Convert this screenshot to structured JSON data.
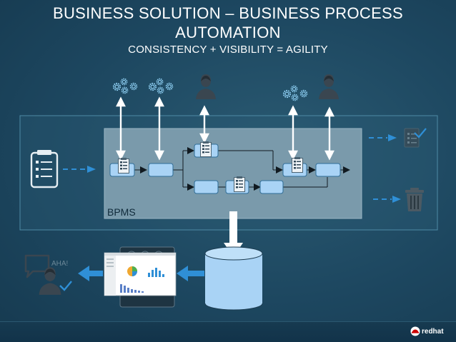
{
  "title_line1": "BUSINESS SOLUTION –  BUSINESS PROCESS",
  "title_line2": "AUTOMATION",
  "subtitle": "CONSISTENCY + VISIBILITY = AGILITY",
  "bpms_label": "BPMS",
  "aha_label": "AHA!",
  "brand": "redhat",
  "colors": {
    "accent_blue": "#2f8fd6",
    "task_blue": "#a9d3f5",
    "bpms_panel": "#7a9aab",
    "brand_red": "#cc0000"
  },
  "icons": [
    "gears-icon",
    "user-icon",
    "clipboard-icon",
    "trash-icon",
    "database-icon",
    "dashboard-icon",
    "checklist-done-icon"
  ]
}
